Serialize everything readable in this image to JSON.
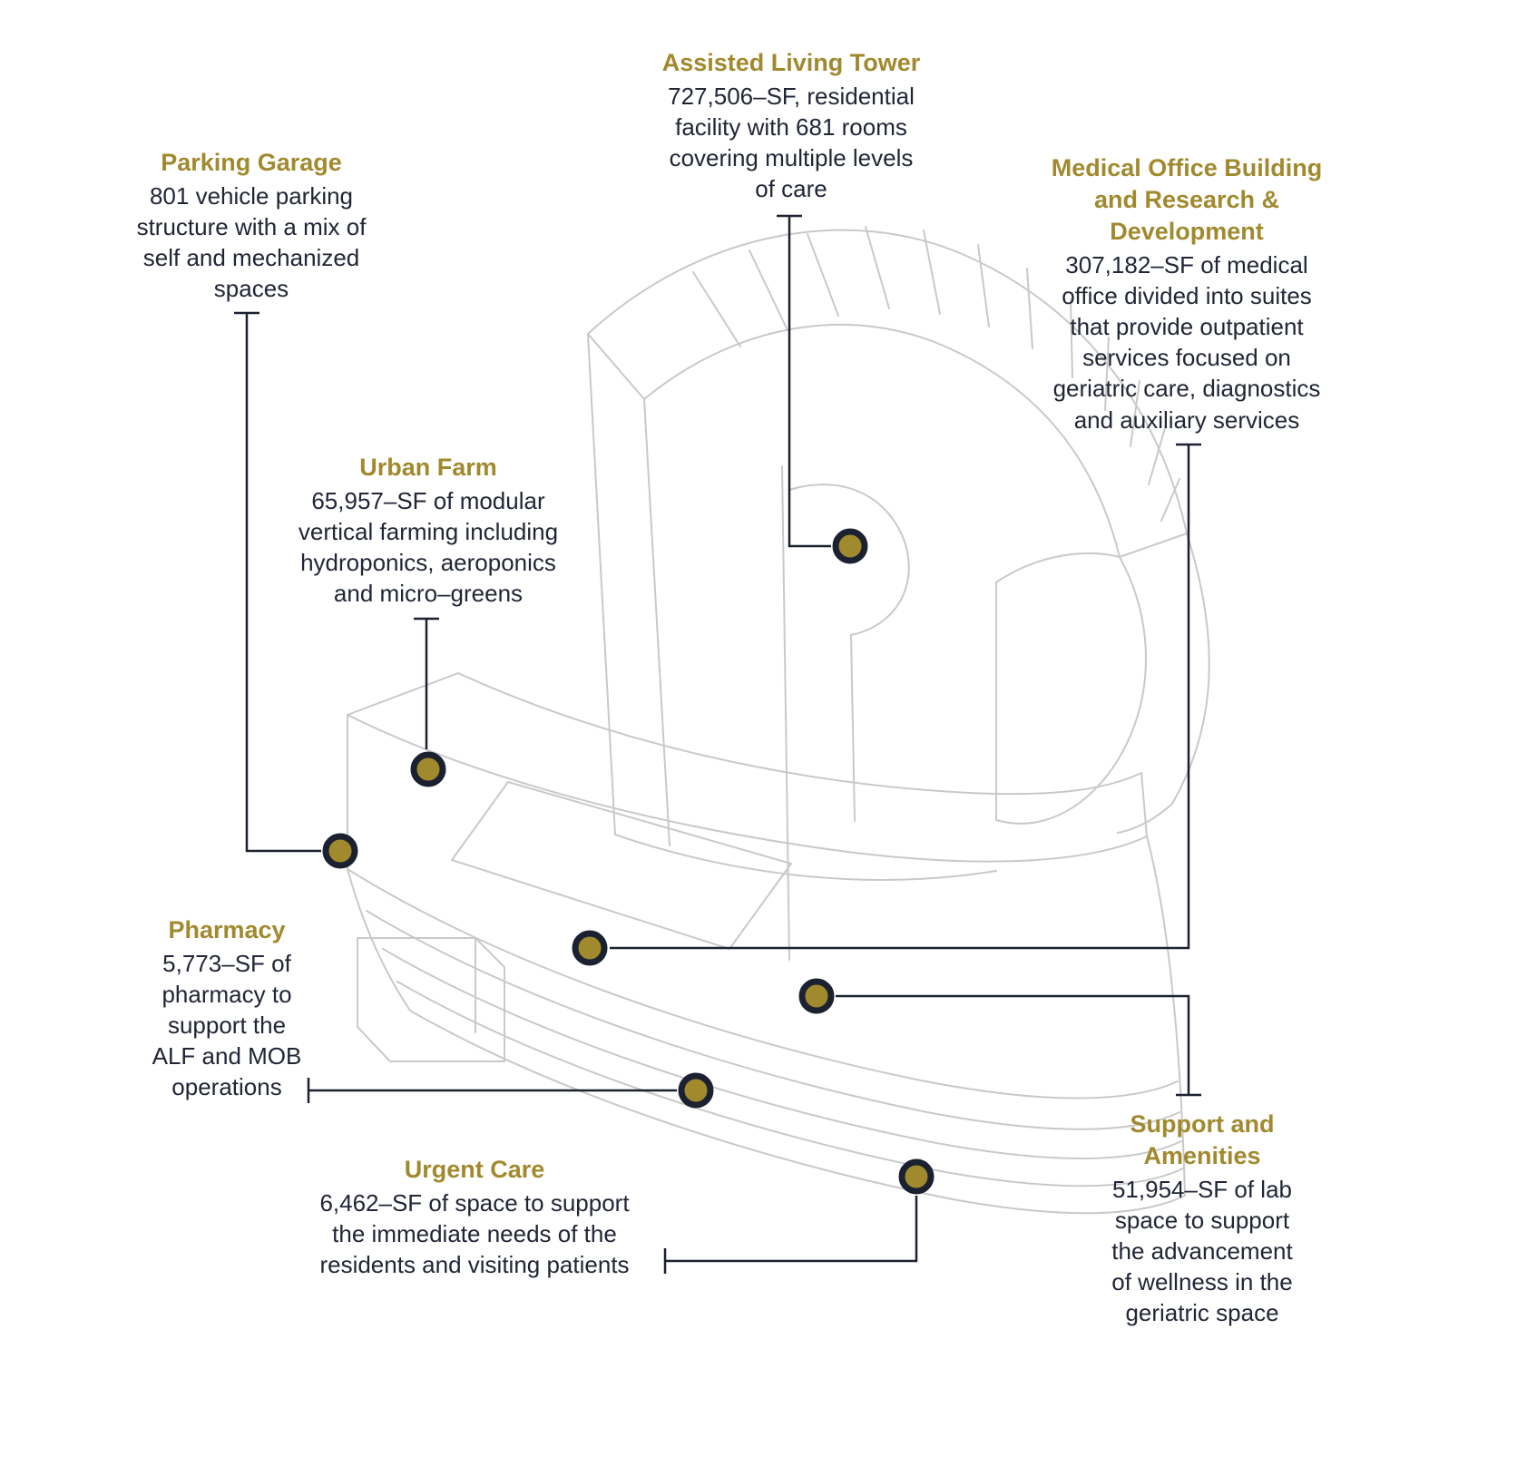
{
  "diagram": {
    "name": "campus-development-program-diagram",
    "colors": {
      "accent": "#A1892E",
      "ink": "#202636",
      "line": "#1B2130",
      "wireframe": "#C9C9C9"
    },
    "callouts": [
      {
        "id": "assisted-living-tower",
        "heading": "Assisted Living Tower",
        "body": "727,506–SF, residential\nfacility with 681 rooms\ncovering multiple levels\nof care"
      },
      {
        "id": "parking-garage",
        "heading": "Parking Garage",
        "body": "801 vehicle parking\nstructure with a mix of\nself and mechanized\nspaces"
      },
      {
        "id": "medical-office-building",
        "heading": "Medical Office Building\nand Research &\nDevelopment",
        "body": "307,182–SF of medical\noffice divided into suites\nthat provide outpatient\nservices focused on\ngeriatric care, diagnostics\nand auxiliary services"
      },
      {
        "id": "urban-farm",
        "heading": "Urban Farm",
        "body": "65,957–SF of modular\nvertical farming including\nhydroponics, aeroponics\nand micro–greens"
      },
      {
        "id": "pharmacy",
        "heading": "Pharmacy",
        "body": "5,773–SF of\npharmacy to\nsupport the\nALF and MOB\noperations"
      },
      {
        "id": "urgent-care",
        "heading": "Urgent Care",
        "body": "6,462–SF of space to support\nthe immediate needs of the\nresidents and visiting patients"
      },
      {
        "id": "support-and-amenities",
        "heading": "Support and\nAmenities",
        "body": "51,954–SF of lab\nspace to support\nthe advancement\nof wellness in the\ngeriatric space"
      }
    ]
  }
}
